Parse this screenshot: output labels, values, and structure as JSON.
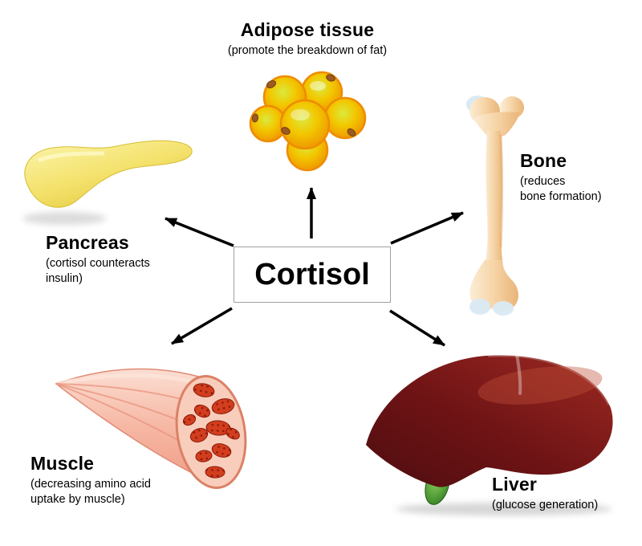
{
  "center": {
    "label": "Cortisol"
  },
  "nodes": {
    "adipose": {
      "title": "Adipose tissue",
      "desc": "(promote the breakdown of fat)",
      "icon": "fat-cells-icon"
    },
    "bone": {
      "title": "Bone",
      "desc": "(reduces\nbone formation)",
      "icon": "bone-icon"
    },
    "pancreas": {
      "title": "Pancreas",
      "desc": "(cortisol counteracts\ninsulin)",
      "icon": "pancreas-icon"
    },
    "muscle": {
      "title": "Muscle",
      "desc": "(decreasing amino acid\nuptake by muscle)",
      "icon": "muscle-icon"
    },
    "liver": {
      "title": "Liver",
      "desc": "(glucose generation)",
      "icon": "liver-icon"
    }
  },
  "colors": {
    "arrow": "#000000",
    "fat_cell": "#f0a500",
    "bone": "#f6d4a6",
    "bone_cartilage": "#d9eaf4",
    "pancreas": "#f4e26d",
    "muscle": "#f6b7a3",
    "muscle_fiber": "#d23e1e",
    "liver": "#6e1315",
    "gallbladder": "#2e7a1e"
  }
}
